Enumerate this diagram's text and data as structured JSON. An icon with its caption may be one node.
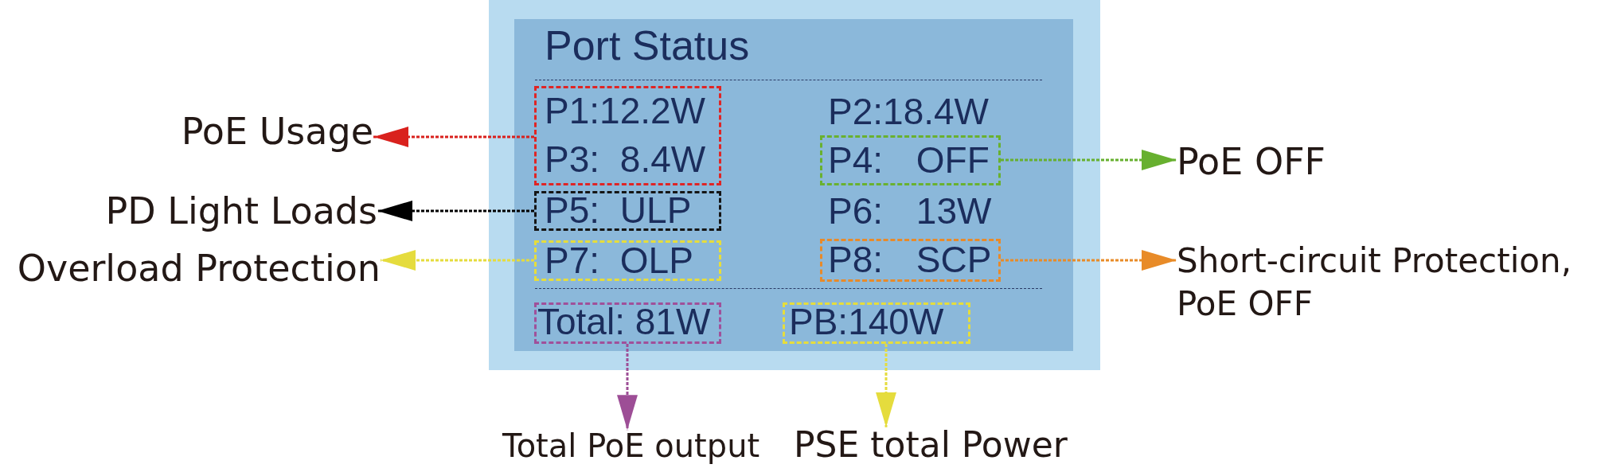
{
  "diagram": {
    "nodes": [
      {
        "text": [
          "Port Status"
        ]
      },
      {
        "text": [
          "P1:12.2W",
          "P3: 8.4W"
        ],
        "in": 0
      },
      {
        "text": [
          "P4: OFF"
        ],
        "in": 0
      },
      {
        "text": [
          "P5: ULP"
        ],
        "in": 0
      },
      {
        "text": [
          "P7: OLP"
        ],
        "in": 0
      },
      {
        "text": [
          "P8: SCP"
        ],
        "in": 0
      },
      {
        "text": [
          "Total: 81W"
        ],
        "in": 0
      },
      {
        "text": [
          "PB:140W"
        ],
        "in": 0
      },
      {
        "text": [
          "PoE Usage"
        ]
      },
      {
        "text": [
          "PD Light Loads"
        ]
      },
      {
        "text": [
          "Overload Protection"
        ]
      },
      {
        "text": [
          "PoE OFF"
        ]
      },
      {
        "text": [
          "Short-circuit Protection, PoE OFF"
        ]
      },
      {
        "text": [
          "Total PoE output"
        ]
      },
      {
        "text": [
          "PSE total Power"
        ]
      }
    ],
    "edges": [
      {
        "from": 1,
        "to": 8,
        "arrow": "to",
        "style": "dashed",
        "color": "#d9211d"
      },
      {
        "from": 2,
        "to": 11,
        "arrow": "to",
        "style": "dashed",
        "color": "#67b02f"
      },
      {
        "from": 3,
        "to": 9,
        "arrow": "to",
        "style": "dashed",
        "color": "#000000"
      },
      {
        "from": 4,
        "to": 10,
        "arrow": "to",
        "style": "dashed",
        "color": "#e5dc3d"
      },
      {
        "from": 5,
        "to": 12,
        "arrow": "to",
        "style": "dashed",
        "color": "#e88b28"
      },
      {
        "from": 6,
        "to": 13,
        "arrow": "to",
        "style": "dashed",
        "color": "#9d4e96"
      },
      {
        "from": 7,
        "to": 14,
        "arrow": "to",
        "style": "dashed",
        "color": "#e5dc3d"
      }
    ],
    "labels": [
      "P2:18.4W",
      "P6: 13W"
    ]
  }
}
